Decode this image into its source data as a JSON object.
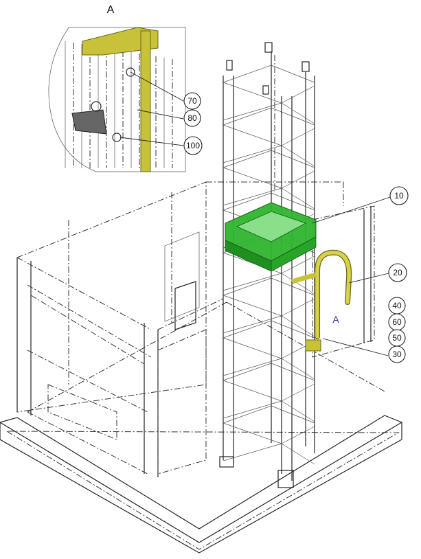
{
  "drawing": {
    "detail_view_label": "A",
    "section_marker_label": "A",
    "callouts": {
      "c10": "10",
      "c20": "20",
      "c40": "40",
      "c60": "60",
      "c50": "50",
      "c30": "30",
      "c70": "70",
      "c80": "80",
      "c100": "100"
    },
    "colors": {
      "highlight_frame": "#2fb52f",
      "highlight_pipe": "#c8c23a",
      "line": "#222222"
    }
  }
}
